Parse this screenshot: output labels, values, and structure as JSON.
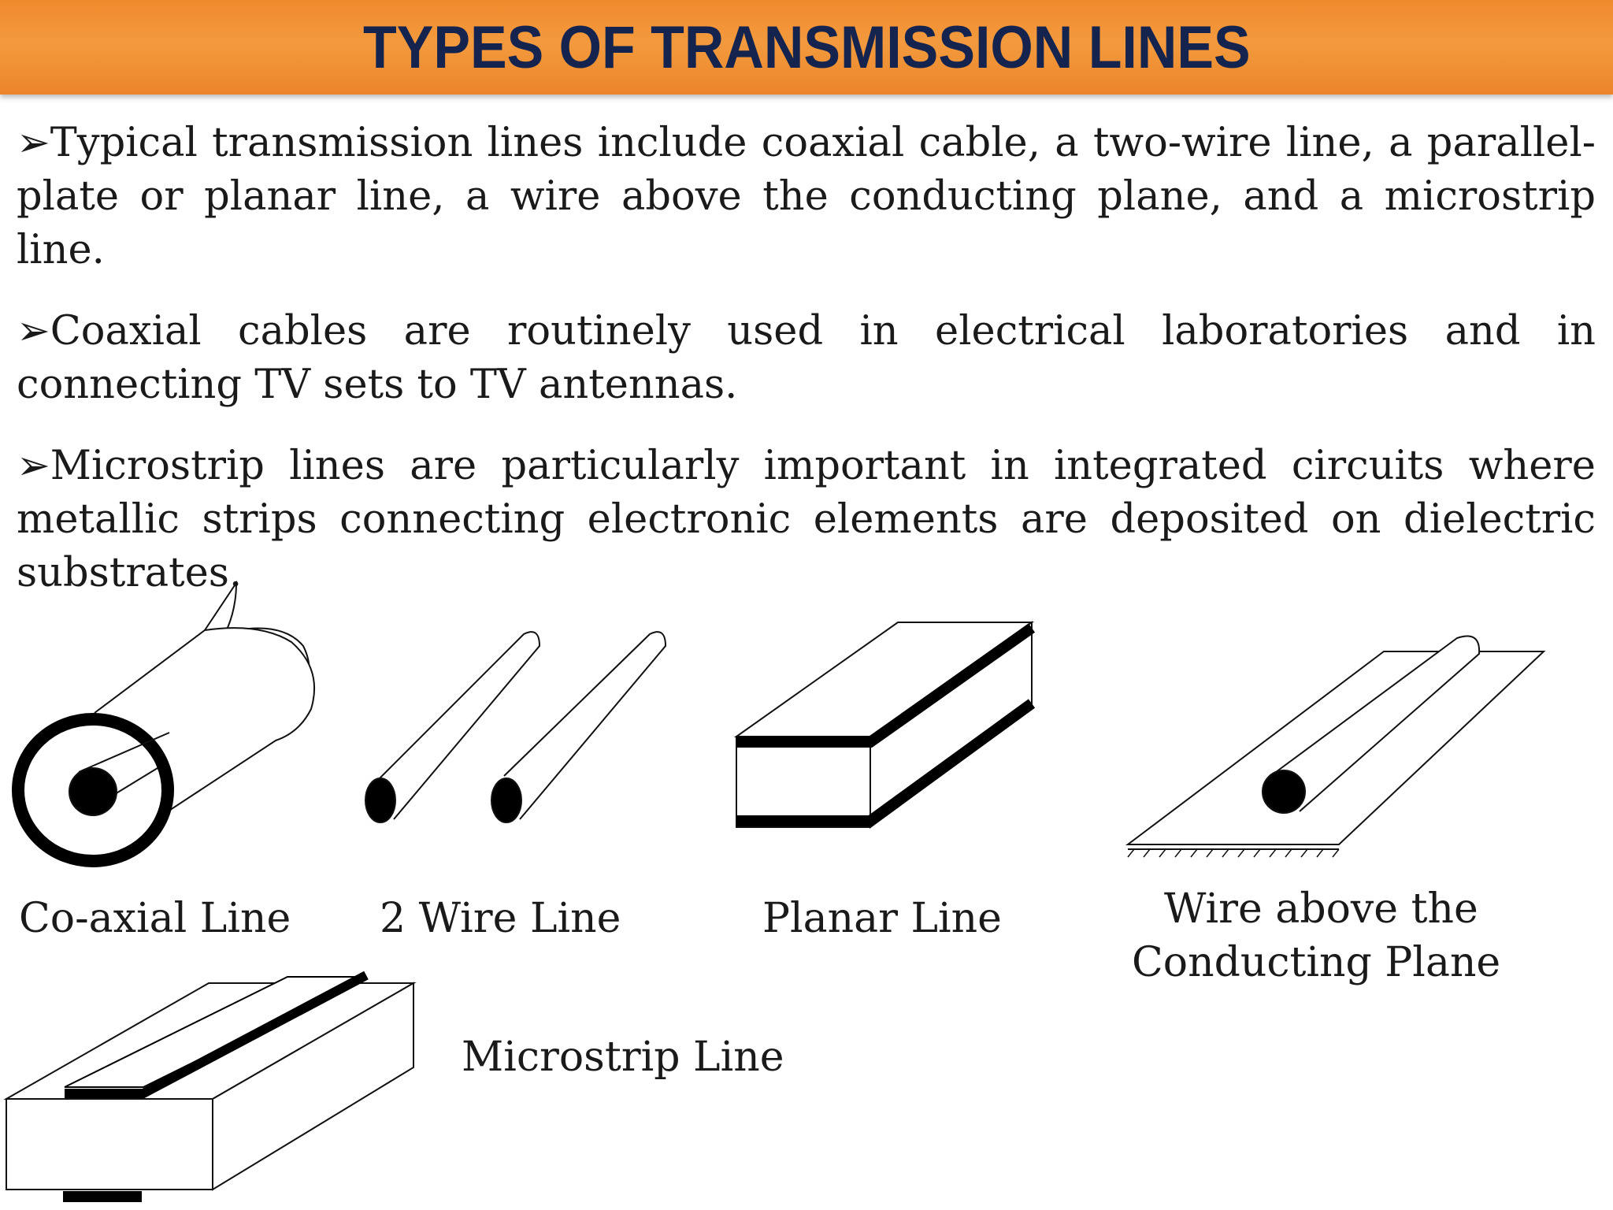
{
  "title": "TYPES OF TRANSMISSION LINES",
  "bullet_symbol": "➢",
  "paragraphs": [
    "Typical transmission lines include coaxial cable, a two-wire line, a parallel-plate or planar line, a wire above the conducting plane, and a microstrip line.",
    "Coaxial cables are routinely used in electrical laboratories and in connecting TV sets to TV antennas.",
    "Microstrip lines are particularly important in integrated circuits where metallic strips connecting electronic elements are deposited on dielectric substrates."
  ],
  "figures": {
    "coaxial": "Co-axial Line",
    "two_wire": "2 Wire Line",
    "planar": "Planar Line",
    "wire_above_plane_line1": "Wire above the",
    "wire_above_plane_line2": "Conducting Plane",
    "microstrip": "Microstrip Line"
  },
  "colors": {
    "title_bar": "#f0902f",
    "title_text": "#14244f"
  }
}
